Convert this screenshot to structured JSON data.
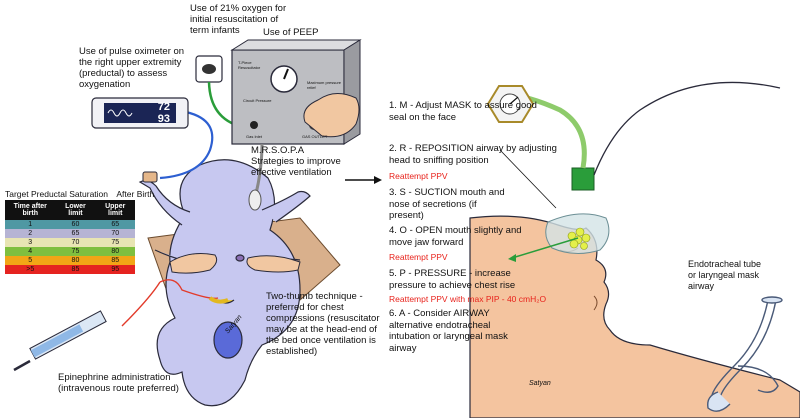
{
  "labels": {
    "oxygen": "Use of 21% oxygen for initial resuscitation of term infants",
    "peep": "Use of PEEP",
    "pulse_ox": "Use of pulse oximeter on the right upper extremity (preductal) to assess oxygenation",
    "mrsopa": "M.R.S.O.P.A Strategies to improve effective ventilation",
    "two_thumb": "Two-thumb technique - preferred for chest compressions (resuscitator may be at the head-end of the bed once ventilation is established)",
    "epinephrine": "Epinephrine administration (intravenous route preferred)",
    "endotracheal": "Endotracheal tube or laryngeal mask airway",
    "signature_left": "Satyan",
    "signature_right": "Satyan"
  },
  "oximeter": {
    "top": "72",
    "bottom": "93"
  },
  "resuscitator": {
    "name": "T-Piece Resuscitator",
    "mid_label": "Circuit Pressure",
    "right_label": "Maximum pressure relief",
    "gas_in": "Gas Inlet",
    "gas_out": "GAS OUTLET"
  },
  "saturation_table": {
    "title": "Target Preductal Saturation",
    "title_suffix": "After Birth",
    "headers": [
      "Time after birth",
      "Lower limit",
      "Upper limit"
    ],
    "rows": [
      {
        "time": "1",
        "lower": "60",
        "upper": "65",
        "color": "#4f98a3"
      },
      {
        "time": "2",
        "lower": "65",
        "upper": "70",
        "color": "#b6b4d4"
      },
      {
        "time": "3",
        "lower": "70",
        "upper": "75",
        "color": "#e8e5b3"
      },
      {
        "time": "4",
        "lower": "75",
        "upper": "80",
        "color": "#7fbf3f"
      },
      {
        "time": "5",
        "lower": "80",
        "upper": "85",
        "color": "#f2a516"
      },
      {
        "time": ">5",
        "lower": "85",
        "upper": "95",
        "color": "#e52320"
      }
    ]
  },
  "steps": [
    {
      "text": "1. M - Adjust MASK to assure good seal on the face",
      "note": ""
    },
    {
      "text": "2. R - REPOSITION airway by adjusting head to sniffing position",
      "note": "Reattempt PPV"
    },
    {
      "text": "3. S - SUCTION mouth and nose of secretions (if present)",
      "note": ""
    },
    {
      "text": "4. O - OPEN mouth slightly and move jaw forward",
      "note": "Reattempt PPV"
    },
    {
      "text": "5. P - PRESSURE - increase pressure to achieve chest rise",
      "note": "Reattempt PPV with max PIP - 40 cmH₂O"
    },
    {
      "text": "6. A - Consider AIRWAY alternative endotracheal intubation or laryngeal mask airway",
      "note": ""
    }
  ],
  "colors": {
    "skin_infant": "#c7c8f0",
    "skin_adult_face": "#f4c49f",
    "cord": "#2a9d3a",
    "ox_cable": "#2d5fd1",
    "iv_line": "#e23b2b",
    "tube_green": "#8ecb6b",
    "table_header": "#111111"
  }
}
